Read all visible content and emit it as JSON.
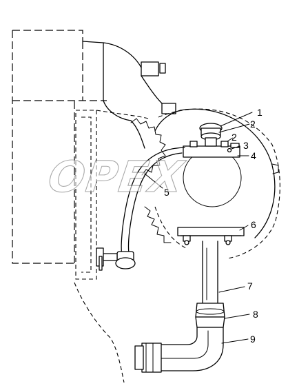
{
  "watermark": {
    "text": "OPEX"
  },
  "callouts": [
    {
      "id": "1",
      "label": "1"
    },
    {
      "id": "2a",
      "label": "2"
    },
    {
      "id": "2b",
      "label": "2"
    },
    {
      "id": "3",
      "label": "3"
    },
    {
      "id": "4",
      "label": "4"
    },
    {
      "id": "5",
      "label": "5"
    },
    {
      "id": "6",
      "label": "6"
    },
    {
      "id": "7",
      "label": "7"
    },
    {
      "id": "8",
      "label": "8"
    },
    {
      "id": "9",
      "label": "9"
    }
  ]
}
